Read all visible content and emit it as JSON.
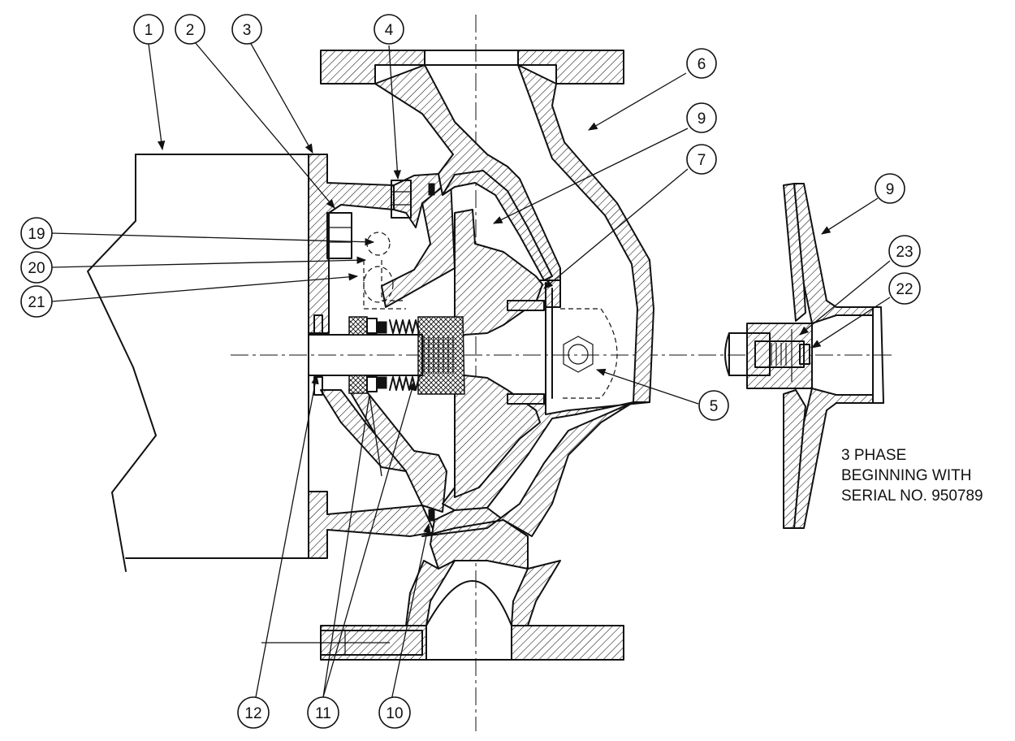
{
  "callouts": [
    {
      "id": "1",
      "label": "1"
    },
    {
      "id": "2",
      "label": "2"
    },
    {
      "id": "3",
      "label": "3"
    },
    {
      "id": "4",
      "label": "4"
    },
    {
      "id": "6",
      "label": "6"
    },
    {
      "id": "9a",
      "label": "9"
    },
    {
      "id": "7",
      "label": "7"
    },
    {
      "id": "9b",
      "label": "9"
    },
    {
      "id": "19",
      "label": "19"
    },
    {
      "id": "20",
      "label": "20"
    },
    {
      "id": "21",
      "label": "21"
    },
    {
      "id": "23",
      "label": "23"
    },
    {
      "id": "22",
      "label": "22"
    },
    {
      "id": "5",
      "label": "5"
    },
    {
      "id": "12",
      "label": "12"
    },
    {
      "id": "11",
      "label": "11"
    },
    {
      "id": "10",
      "label": "10"
    }
  ],
  "note": {
    "line1": "3 PHASE",
    "line2": "BEGINNING WITH",
    "line3": "SERIAL NO. 950789"
  }
}
